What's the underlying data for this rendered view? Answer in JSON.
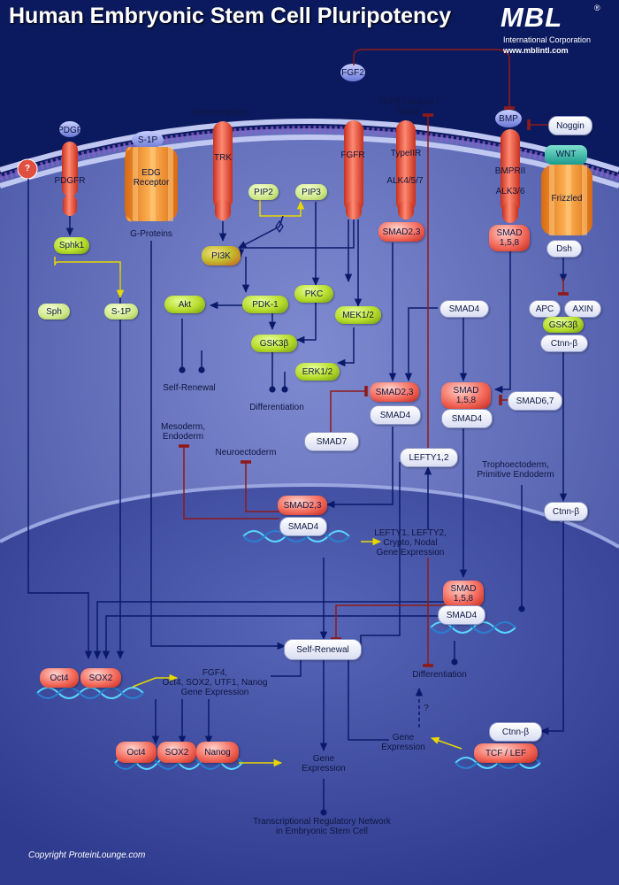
{
  "title": "Human Embryonic Stem Cell Pluripotency",
  "brand": {
    "logo": "MBL",
    "registered": "®",
    "subtitle": "International Corporation",
    "url": "www.mblintl.com"
  },
  "copyright": "Copyright ProteinLounge.com",
  "colors": {
    "background": "#0b1a5e",
    "cytoplasm": "#5a67b8",
    "nucleus": "#3e4ba8",
    "membrane": "#a6b0e6",
    "activation_arrow": "#0a1a6a",
    "inhibition_arrow": "#8e1a1a",
    "pip_arrow": "#e8d800",
    "receptor": "#ff6a55",
    "kinase_green": "#b6dc2a"
  },
  "labels": {
    "question": "?",
    "pdgf": "PDGF",
    "pdgfr": "PDGFR",
    "s1p_ligand": "S-1P",
    "edg_receptor": "EDG\nReceptor",
    "g_proteins": "G-Proteins",
    "neurotrophins": "Neurotrophins",
    "trk": "TRK",
    "pip2": "PIP2",
    "pip3": "PIP3",
    "fgf2": "FGF2",
    "fgfr": "FGFR",
    "tgfb": "TGFβ / Activin /\nNodal",
    "type2r": "TypeIIR",
    "alk457": "ALK4/5/7",
    "bmp": "BMP",
    "noggin": "Noggin",
    "bmprii": "BMPRII",
    "alk36": "ALK3/6",
    "wnt": "WNT",
    "frizzled": "Frizzled",
    "sphk1": "Sphk1",
    "sph": "Sph",
    "s1p": "S-1P",
    "pi3k": "PI3K",
    "smad23_receptor": "SMAD2,3",
    "smad158_receptor": "SMAD\n1,5,8",
    "dsh": "Dsh",
    "akt": "Akt",
    "pdk1": "PDK-1",
    "pkc": "PKC",
    "mek12": "MEK1/2",
    "smad4_a": "SMAD4",
    "smad4_b": "SMAD4",
    "apc": "APC",
    "axin": "AXIN",
    "gsk3b_wnt": "GSK3β",
    "ctnnb_cyto": "Ctnn-β",
    "gsk3b": "GSK3β",
    "self_renewal_cyto": "Self-Renewal",
    "erk12": "ERK1/2",
    "differentiation_cyto": "Differentiation",
    "smad23_complex": "SMAD2,3",
    "smad4_complex_a": "SMAD4",
    "smad158_complex": "SMAD\n1,5,8",
    "smad4_complex_b": "SMAD4",
    "smad67": "SMAD6,7",
    "smad7": "SMAD7",
    "mesoderm": "Mesoderm,\nEndoderm",
    "neuroectoderm": "Neuroectoderm",
    "lefty12": "LEFTY1,2",
    "trophoectoderm": "Trophoectoderm,\nPrimitive Endoderm",
    "ctnnb_mid": "Ctnn-β",
    "smad23_nuc": "SMAD2,3",
    "smad4_nuc": "SMAD4",
    "lefty_expression": "LEFTY1, LEFTY2,\nCrypto, Nodal\nGene Expression",
    "smad158_nuc": "SMAD\n1,5,8",
    "smad4_nuc2": "SMAD4",
    "self_renewal_nuc": "Self-Renewal",
    "oct4_a": "Oct4",
    "sox2_a": "SOX2",
    "fgf4_expression": "FGF4,\nOct4, SOX2, UTF1, Nanog\nGene Expression",
    "differentiation_nuc": "Differentiation",
    "question_nuc": "?",
    "gene_expression_right": "Gene\nExpression",
    "ctnnb_nuc": "Ctnn-β",
    "tcf_lef": "TCF / LEF",
    "oct4_b": "Oct4",
    "sox2_b": "SOX2",
    "nanog": "Nanog",
    "gene_expression_center": "Gene\nExpression",
    "transcriptional_network": "Transcriptional Regulatory Network\nin Embryonic Stem Cell"
  }
}
